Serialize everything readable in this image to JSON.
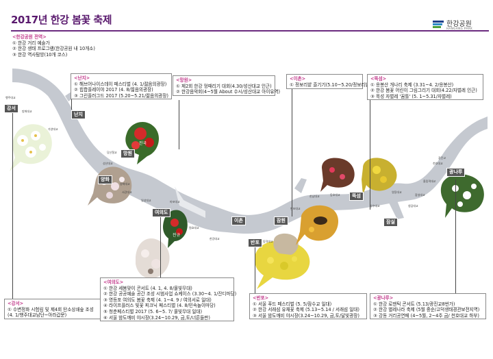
{
  "title": "2017년 한강 봄꽃 축제",
  "logo": {
    "text": "한강공원",
    "sub": "HANGANG PARK",
    "colors": [
      "#1f3f8a",
      "#2e8bc6",
      "#4a9f3a"
    ]
  },
  "colors": {
    "accent": "#c23a8b",
    "title": "#5a1a6e",
    "river": "#c5c9d0",
    "label_bg": "#555555"
  },
  "all_parks": {
    "heading": "<한강공원 전역>",
    "items": [
      "① 한강 거리 예술가",
      "② 한강 생태 프로그램(한강공원 내 10개소)",
      "③ 한강 역사탐방(10개 코스)"
    ]
  },
  "regions": [
    "강서",
    "난지",
    "망원",
    "양화",
    "여의도",
    "이촌",
    "반포",
    "잠원",
    "뚝섬",
    "잠실",
    "광나루"
  ],
  "boxes": {
    "nanji": {
      "heading": "<난지>",
      "items": [
        "① 해브어나이스데이 페스티벌 (4. 1/젊음의광장)",
        "② 힙합플레이야 2017 (4. 8/젊음의광장)",
        "③ 그린플러그드 2017 (5.20~5.21/젊음의광장)"
      ]
    },
    "mangwon": {
      "heading": "<망원>",
      "items": [
        "① 제2회 한강 멍때리기 대회(4.30/성산대교 인근)",
        "② 한강음악회(4~5월 About 수시/성산대교 아이유역)"
      ]
    },
    "ichon": {
      "heading": "<이촌>",
      "items": [
        "① 정보리밭 즐기기(5.10~5.20/정보리밭)"
      ]
    },
    "ttukseom": {
      "heading": "<뚝섬>",
      "items": [
        "① 응봉산 개나리 축제 (3.31~4. 2/응봉산)",
        "② 한강 봄꽃 어린이 그림그리기 대회(4.22/자벌레 인근)",
        "③ 목성 자벌레 '꿈틀' (5. 1~5.31/자벌레)"
      ]
    },
    "gangseo": {
      "heading": "<강서>",
      "items": [
        "① 수변정화 시험림 및 제4회 탄소상쇄숲 조성",
        "(4. 1/행주대교남단~아라갑문)"
      ]
    },
    "yeouido": {
      "heading": "<여의도>",
      "items": [
        "① 한강 세봄맞이 콘서트 (4. 1, 4. 8/물빛무대)",
        "② 한강 공공예술 공간 조성 시범사업 쇼케이스 (3.30~4. 1/잔디마당)",
        "③ 영등포 여의도 봄꽃 축제 (4. 1~4. 9 / 여의서로 일대)",
        "④ 라이프플러스 빛꽃 피크닉 페스티벌 (4. 8/민속놀이마당)",
        "⑤ 청춘페스티벌 2017 (5. 6~5. 7/ 물빛무대 일대)",
        "⑥ 서울 밤도깨비 야시장(3.24~10.29, 금,토/너른들판)"
      ]
    },
    "banpo": {
      "heading": "<반포>",
      "items": [
        "① 서울 푸드 페스티벌 (5. 5/잠수교 일대)",
        "② 한강 서래섬 유채꽃 축제 (5.13~5.14 / 서래섬 일대)",
        "③ 서울 밤도깨비 야시장(3.24~10.29, 금,토/달빛광장)"
      ]
    },
    "gwangnaru": {
      "heading": "<광나루>",
      "items": [
        "① 한강 로맨틱 콘서트 (5.13/광진교8번가)",
        "② 한강 별레나라 축제 (5월 중순/고덕생태경관보전지역)",
        "③ 강동 거리공연페 (4~5월, 2~4주 금/ 천호대교 하부)"
      ]
    }
  },
  "flower_labels": {
    "mangwon": "진국",
    "yeouido": "진규"
  },
  "small_labels": [
    "방화대교",
    "가양대교",
    "성산대교",
    "양화대교",
    "서강대교",
    "마포대교",
    "원효대교",
    "한강대교",
    "동작대교",
    "반포대교",
    "한남대교",
    "동호대교",
    "성수대교",
    "영동대교",
    "청담대교",
    "잠실대교",
    "올림픽대교",
    "천호대교",
    "광진교",
    "당산철교",
    "행주대교",
    "일성대교"
  ]
}
